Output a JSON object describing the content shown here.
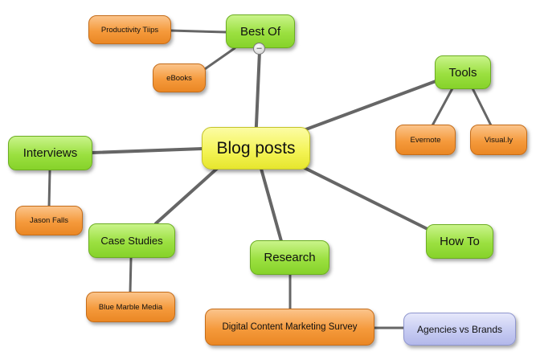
{
  "mindmap": {
    "central": {
      "label": "Blog posts"
    },
    "branches": {
      "best_of": {
        "label": "Best Of",
        "collapse_symbol": "–"
      },
      "tools": {
        "label": "Tools"
      },
      "interviews": {
        "label": "Interviews"
      },
      "case_studies": {
        "label": "Case Studies"
      },
      "research": {
        "label": "Research"
      },
      "how_to": {
        "label": "How To"
      }
    },
    "leaves": {
      "productivity_tips": {
        "label": "Productivity Tiips"
      },
      "ebooks": {
        "label": "eBooks"
      },
      "evernote": {
        "label": "Evernote"
      },
      "visually": {
        "label": "Visual.ly"
      },
      "jason_falls": {
        "label": "Jason Falls"
      },
      "blue_marble_media": {
        "label": "Blue Marble Media"
      },
      "digital_content_survey": {
        "label": "Digital Content Marketing Survey"
      },
      "agencies_vs_brands": {
        "label": "Agencies vs Brands"
      }
    },
    "colors": {
      "central": "#f3f353",
      "branch": "#9be040",
      "leaf": "#f59a3c",
      "sub_leaf": "#c4c9f1",
      "connector": "#666666"
    }
  }
}
